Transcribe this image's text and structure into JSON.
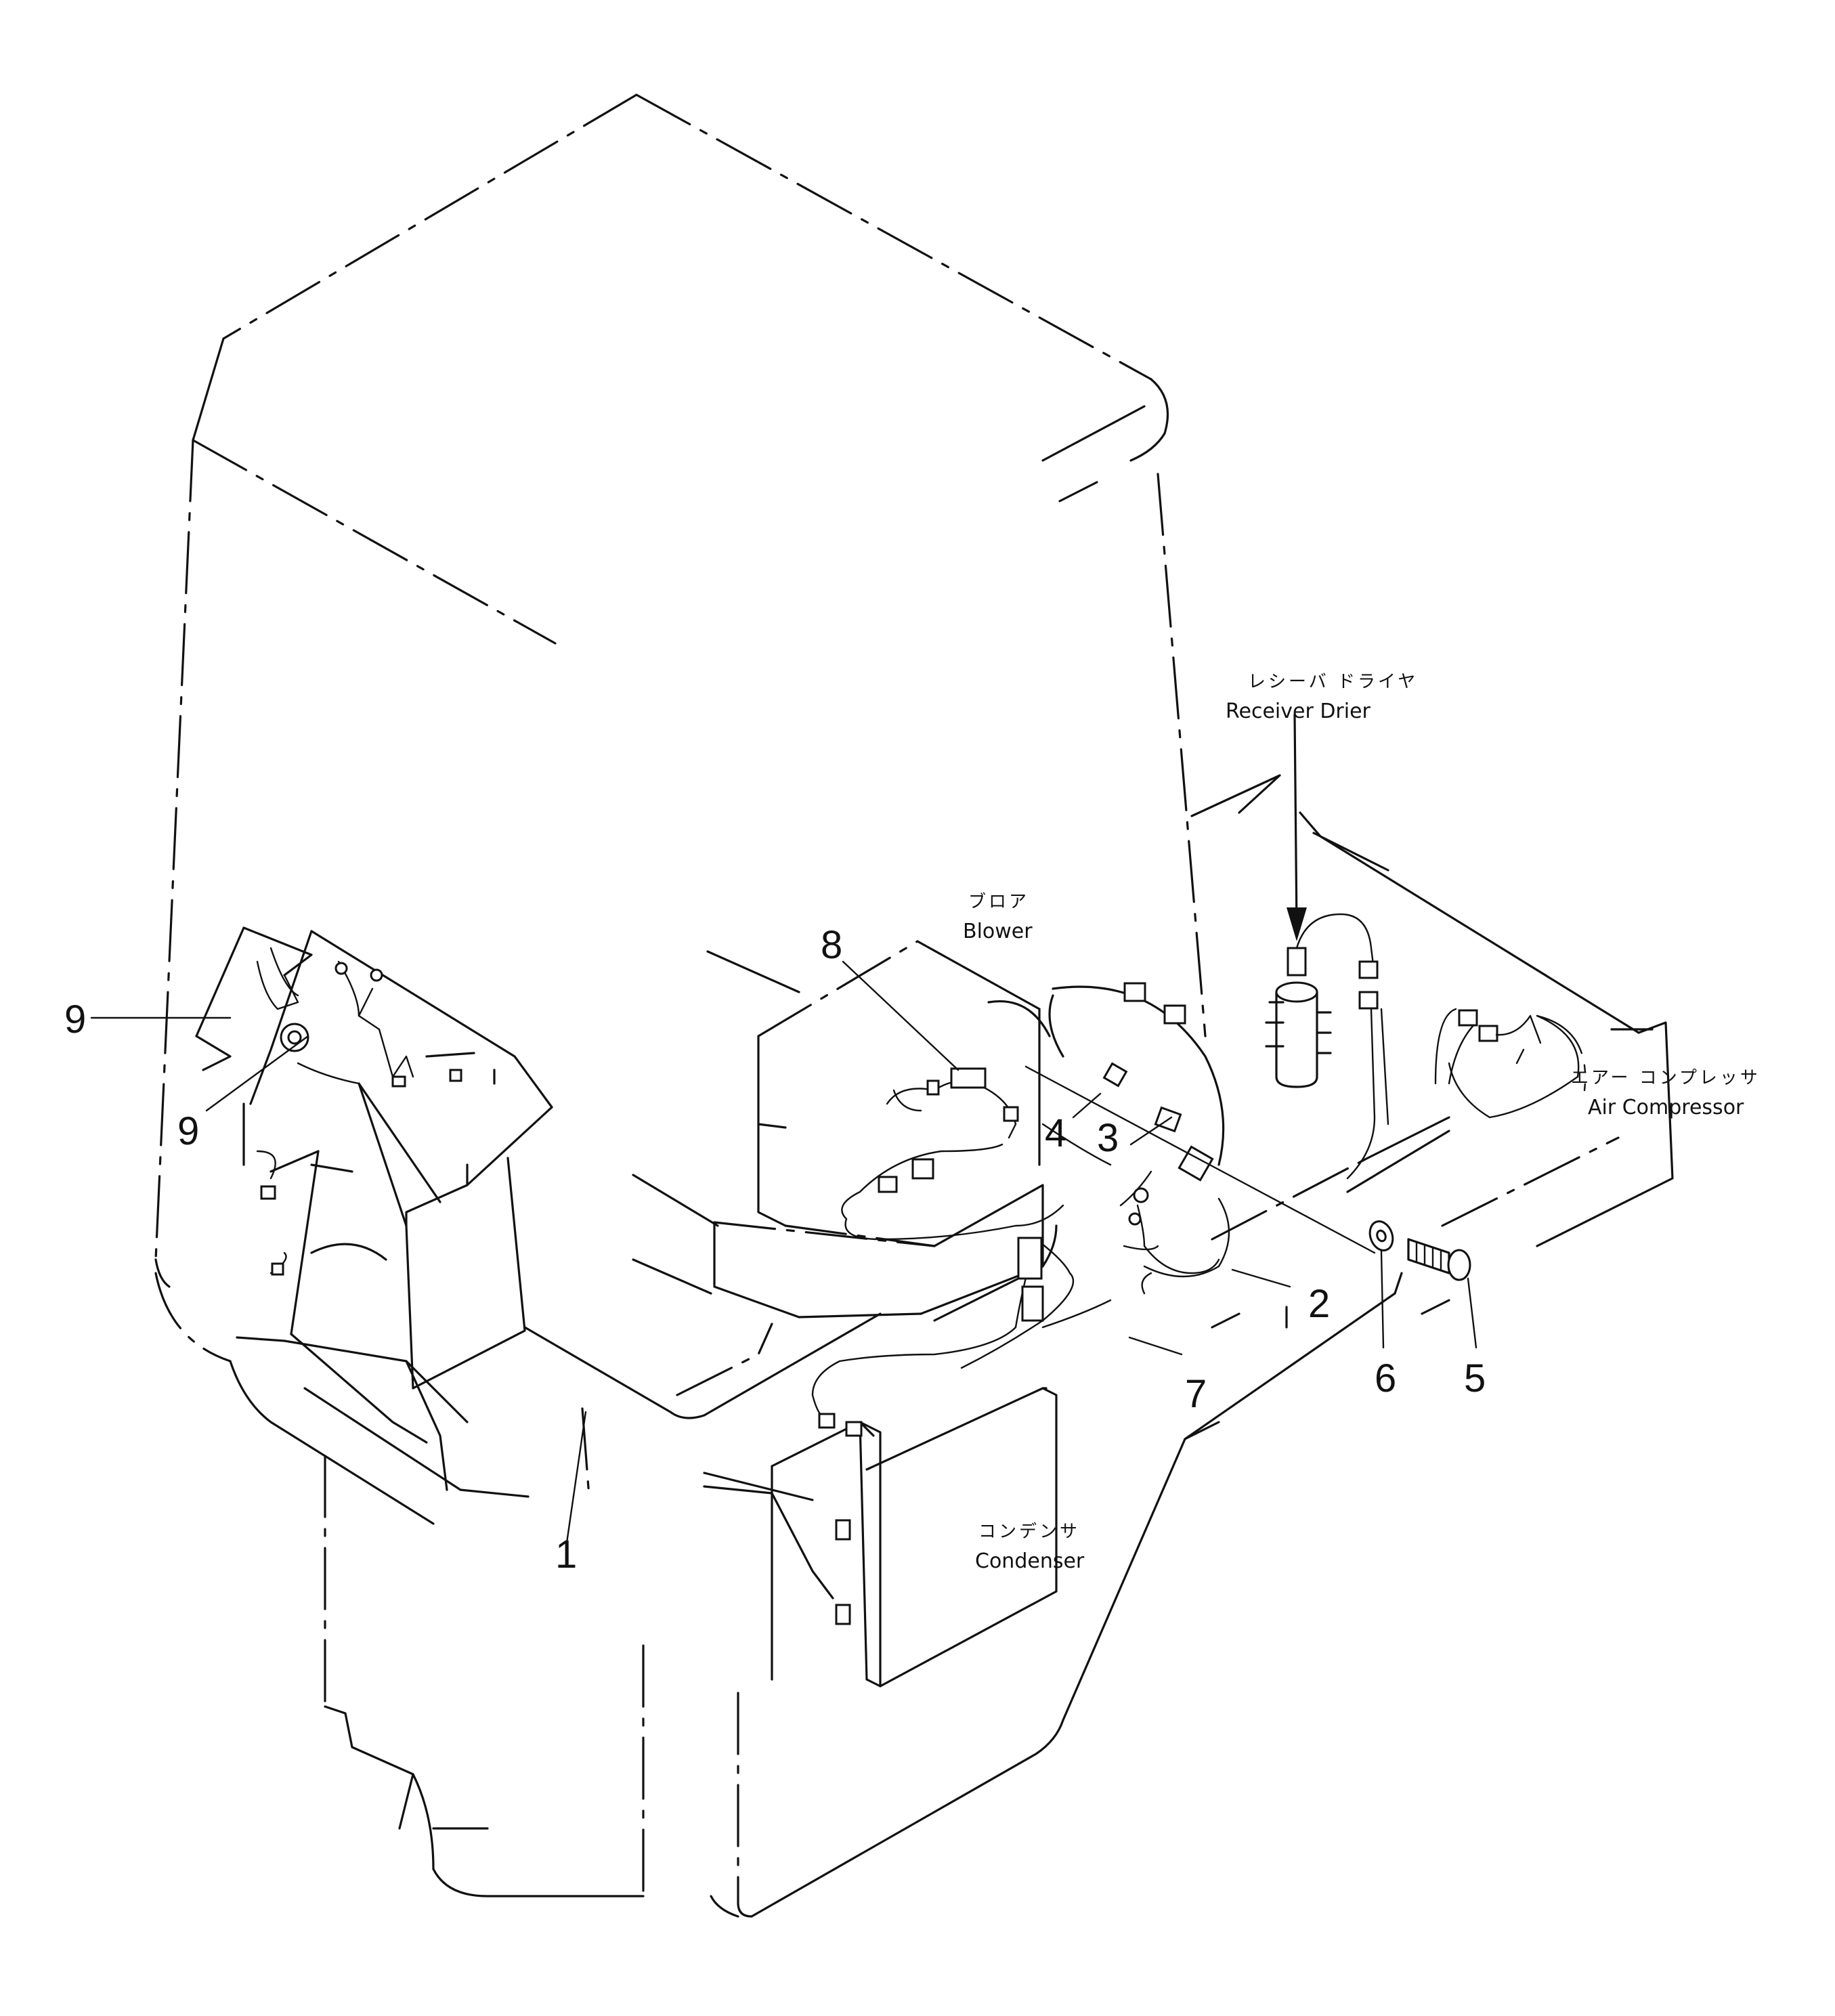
{
  "labels": {
    "receiver_drier_jp": "レシーバ ドライヤ",
    "receiver_drier_en": "Receiver Drier",
    "blower_jp": "ブロア",
    "blower_en": "Blower",
    "air_compressor_jp": "エアー コンプレッサ",
    "air_compressor_en": "Air Compressor",
    "condenser_jp": "コンデンサ",
    "condenser_en": "Condenser"
  },
  "callouts": [
    "1",
    "2",
    "3",
    "4",
    "5",
    "6",
    "7",
    "8",
    "9",
    "9"
  ]
}
